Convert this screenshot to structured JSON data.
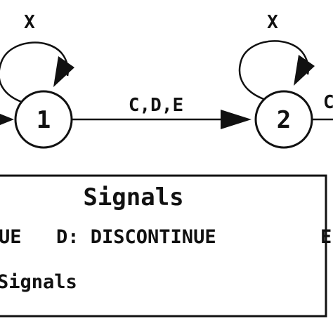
{
  "states": [
    {
      "label": "1",
      "self_loop_label": "X"
    },
    {
      "label": "2",
      "self_loop_label": "X"
    }
  ],
  "transitions": [
    {
      "from": "1",
      "to": "2",
      "label": "C,D,E"
    }
  ],
  "partial_right_label": "C",
  "legend": {
    "title": "Signals",
    "row_left_fragment": "UE",
    "row_middle": "D: DISCONTINUE",
    "row_right_fragment": "E",
    "bottom_fragment": "Signals"
  },
  "colors": {
    "stroke": "#111111",
    "background": "#ffffff"
  }
}
